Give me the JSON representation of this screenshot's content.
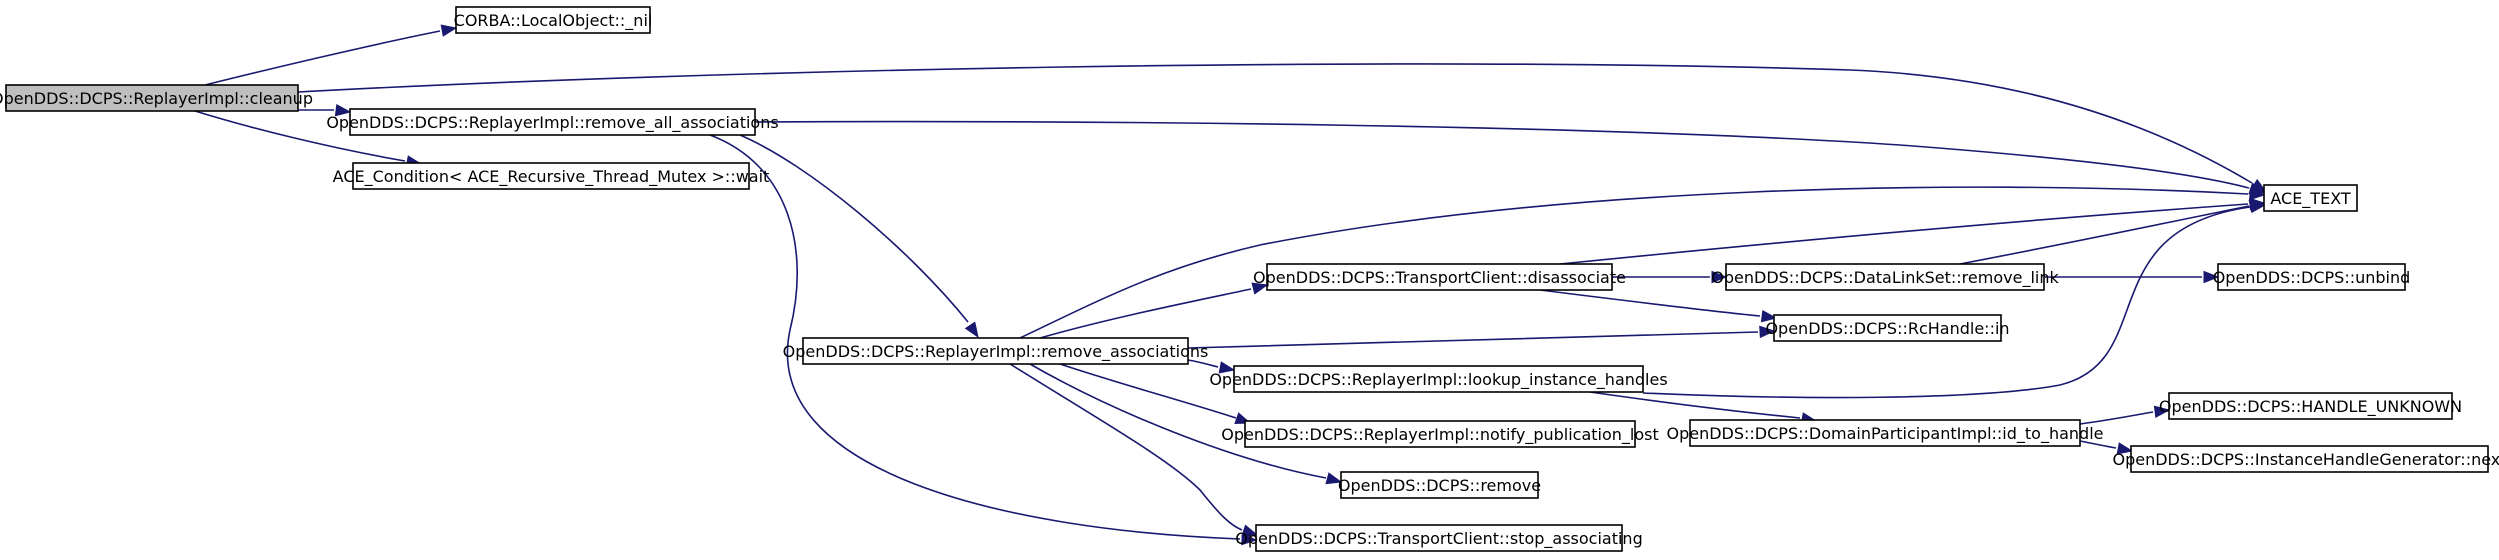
{
  "diagram": {
    "nodes": [
      {
        "id": "cleanup",
        "label": "OpenDDS::DCPS::ReplayerImpl::cleanup",
        "highlight": true
      },
      {
        "id": "nil",
        "label": "CORBA::LocalObject::_nil"
      },
      {
        "id": "rmall",
        "label": "OpenDDS::DCPS::ReplayerImpl::remove_all_associations"
      },
      {
        "id": "wait",
        "label": "ACE_Condition< ACE_Recursive_Thread_Mutex >::wait"
      },
      {
        "id": "acetext",
        "label": "ACE_TEXT"
      },
      {
        "id": "rmassoc",
        "label": "OpenDDS::DCPS::ReplayerImpl::remove_associations"
      },
      {
        "id": "disassoc",
        "label": "OpenDDS::DCPS::TransportClient::disassociate"
      },
      {
        "id": "rmlink",
        "label": "OpenDDS::DCPS::DataLinkSet::remove_link"
      },
      {
        "id": "unbind",
        "label": "OpenDDS::DCPS::unbind"
      },
      {
        "id": "rcin",
        "label": "OpenDDS::DCPS::RcHandle::in"
      },
      {
        "id": "lookup",
        "label": "OpenDDS::DCPS::ReplayerImpl::lookup_instance_handles"
      },
      {
        "id": "notify",
        "label": "OpenDDS::DCPS::ReplayerImpl::notify_publication_lost"
      },
      {
        "id": "remove",
        "label": "OpenDDS::DCPS::remove"
      },
      {
        "id": "stopassoc",
        "label": "OpenDDS::DCPS::TransportClient::stop_associating"
      },
      {
        "id": "idtohandle",
        "label": "OpenDDS::DCPS::DomainParticipantImpl::id_to_handle"
      },
      {
        "id": "hunknown",
        "label": "OpenDDS::DCPS::HANDLE_UNKNOWN"
      },
      {
        "id": "next",
        "label": "OpenDDS::DCPS::InstanceHandleGenerator::next"
      }
    ],
    "edges": [
      {
        "from": "cleanup",
        "to": "nil"
      },
      {
        "from": "cleanup",
        "to": "acetext"
      },
      {
        "from": "cleanup",
        "to": "rmall"
      },
      {
        "from": "cleanup",
        "to": "wait"
      },
      {
        "from": "rmall",
        "to": "acetext"
      },
      {
        "from": "rmall",
        "to": "rmassoc"
      },
      {
        "from": "rmall",
        "to": "stopassoc"
      },
      {
        "from": "rmassoc",
        "to": "acetext"
      },
      {
        "from": "rmassoc",
        "to": "disassoc"
      },
      {
        "from": "rmassoc",
        "to": "rcin"
      },
      {
        "from": "rmassoc",
        "to": "lookup"
      },
      {
        "from": "rmassoc",
        "to": "notify"
      },
      {
        "from": "rmassoc",
        "to": "remove"
      },
      {
        "from": "rmassoc",
        "to": "stopassoc"
      },
      {
        "from": "disassoc",
        "to": "acetext"
      },
      {
        "from": "disassoc",
        "to": "rmlink"
      },
      {
        "from": "disassoc",
        "to": "rcin"
      },
      {
        "from": "rmlink",
        "to": "acetext"
      },
      {
        "from": "rmlink",
        "to": "unbind"
      },
      {
        "from": "lookup",
        "to": "acetext"
      },
      {
        "from": "lookup",
        "to": "idtohandle"
      },
      {
        "from": "idtohandle",
        "to": "hunknown"
      },
      {
        "from": "idtohandle",
        "to": "next"
      }
    ]
  }
}
